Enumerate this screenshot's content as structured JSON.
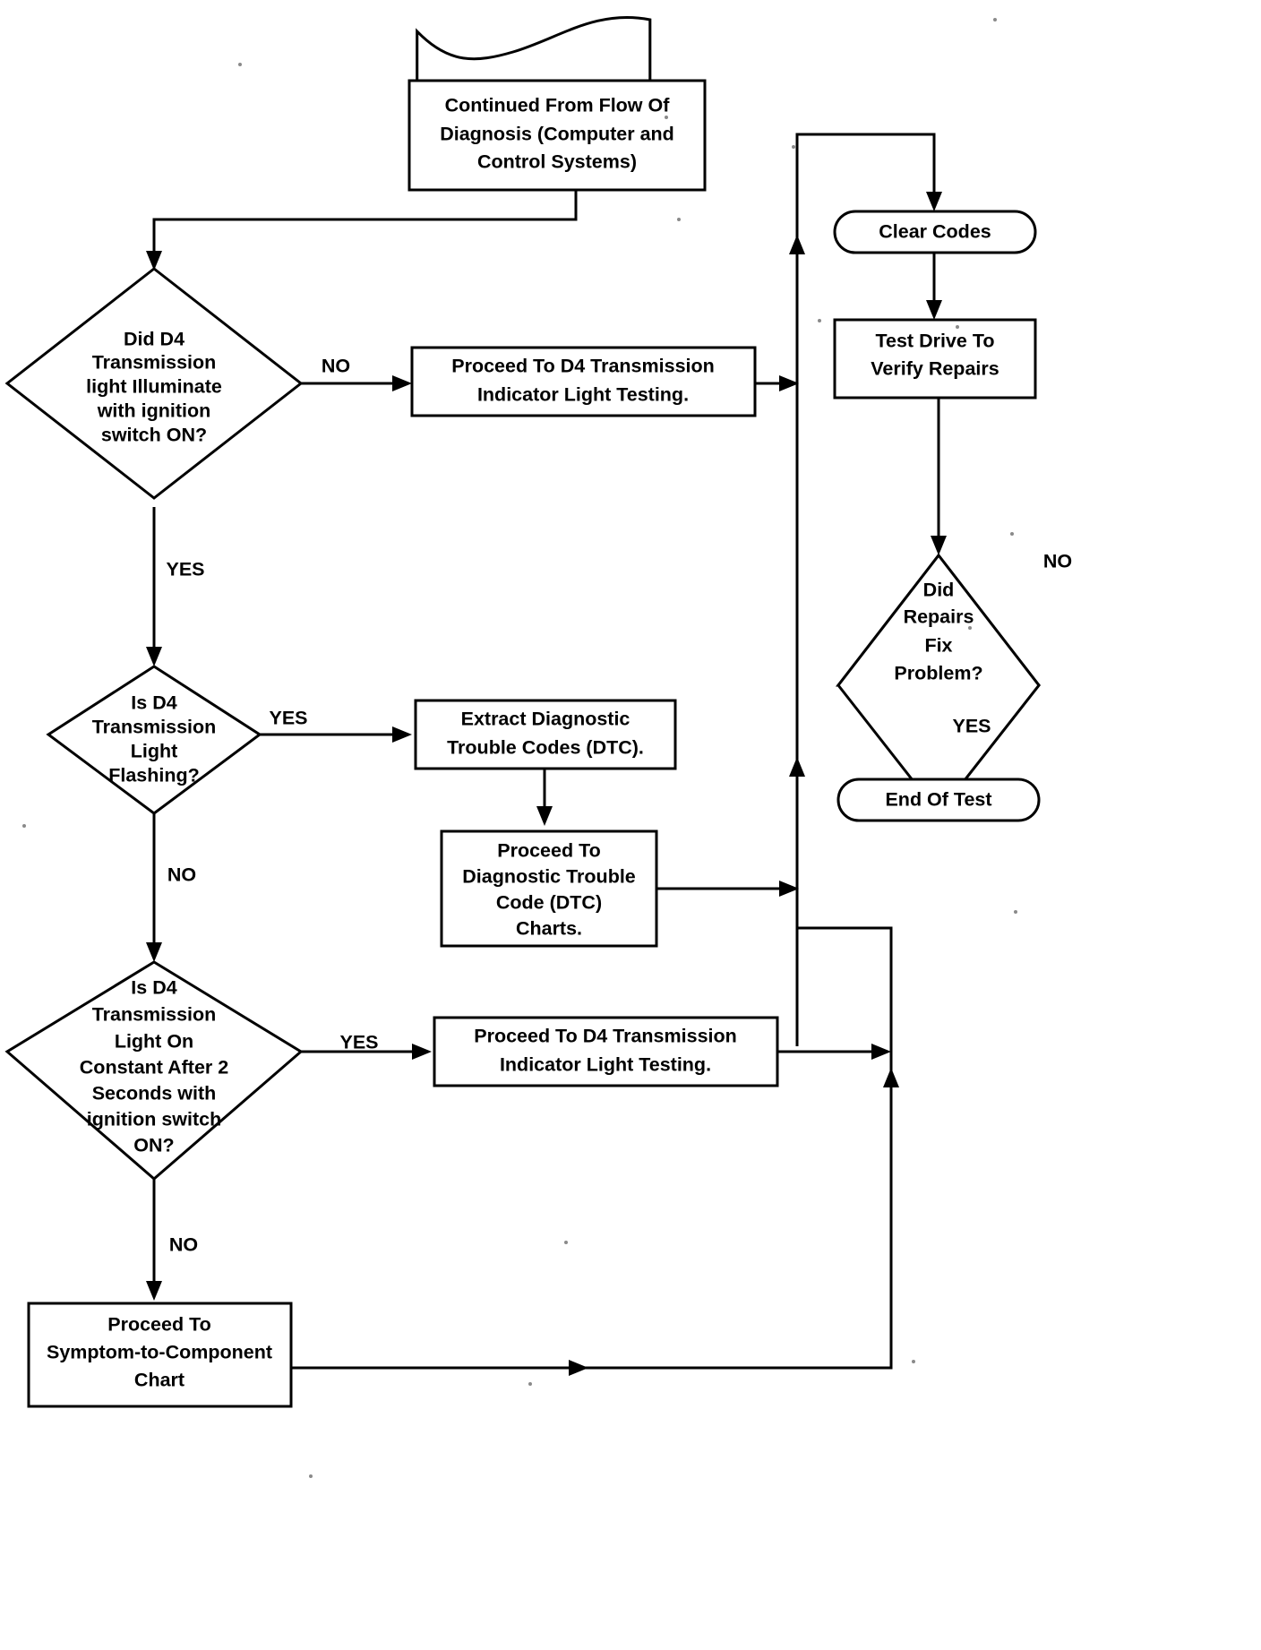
{
  "diagram": {
    "title": "D4 Transmission Indicator Light Diagnostic Flow",
    "background_color": "#ffffff",
    "line_color": "#000000",
    "text_color": "#000000"
  },
  "nodes": {
    "continued": {
      "shape": "document",
      "line1": "Continued From Flow Of",
      "line2": "Diagnosis (Computer and",
      "line3": "Control Systems)"
    },
    "d1": {
      "shape": "decision",
      "line1": "Did D4",
      "line2": "Transmission",
      "line3": "light Illuminate",
      "line4": "with ignition",
      "line5": "switch ON?"
    },
    "p1": {
      "shape": "process",
      "line1": "Proceed To D4 Transmission",
      "line2": "Indicator Light Testing."
    },
    "d2": {
      "shape": "decision",
      "line1": "Is D4",
      "line2": "Transmission",
      "line3": "Light",
      "line4": "Flashing?"
    },
    "p2": {
      "shape": "process",
      "line1": "Extract Diagnostic",
      "line2": "Trouble Codes (DTC)."
    },
    "p3": {
      "shape": "process",
      "line1": "Proceed To",
      "line2": "Diagnostic Trouble",
      "line3": "Code (DTC)",
      "line4": "Charts."
    },
    "d3": {
      "shape": "decision",
      "line1": "Is D4",
      "line2": "Transmission",
      "line3": "Light On",
      "line4": "Constant After 2",
      "line5": "Seconds with",
      "line6": "ignition switch",
      "line7": "ON?"
    },
    "p4": {
      "shape": "process",
      "line1": "Proceed To D4 Transmission",
      "line2": "Indicator Light Testing."
    },
    "p5": {
      "shape": "process",
      "line1": "Proceed To",
      "line2": "Symptom-to-Component",
      "line3": "Chart"
    },
    "clear_codes": {
      "shape": "terminator",
      "line1": "Clear Codes"
    },
    "test_drive": {
      "shape": "process",
      "line1": "Test Drive To",
      "line2": "Verify Repairs"
    },
    "d4": {
      "shape": "decision",
      "line1": "Did",
      "line2": "Repairs",
      "line3": "Fix",
      "line4": "Problem?"
    },
    "end_of_test": {
      "shape": "terminator",
      "line1": "End Of Test"
    }
  },
  "edge_labels": {
    "d1_no": "NO",
    "d1_yes": "YES",
    "d2_yes": "YES",
    "d2_no": "NO",
    "d3_yes": "YES",
    "d3_no": "NO",
    "d4_no": "NO",
    "d4_yes": "YES"
  }
}
